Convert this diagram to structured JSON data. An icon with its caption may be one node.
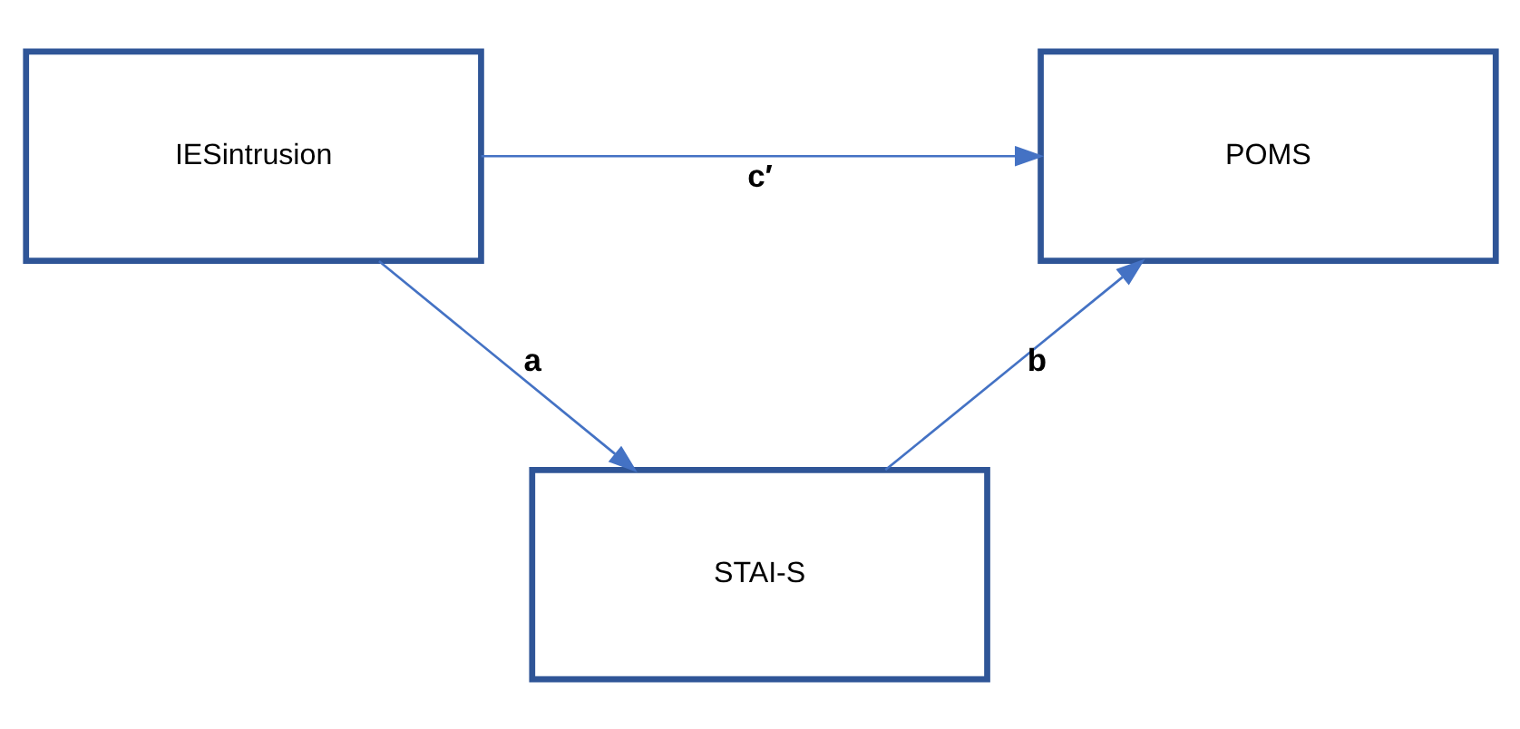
{
  "diagram": {
    "nodes": [
      {
        "text": [
          "STAI-S"
        ]
      },
      {
        "text": [
          "IESintrusion"
        ]
      },
      {
        "text": [
          "POMS"
        ]
      }
    ],
    "edges": [
      {
        "from": 1,
        "to": 0,
        "arrow": "to",
        "label": "a"
      },
      {
        "from": 0,
        "to": 2,
        "arrow": "to",
        "label": "b"
      },
      {
        "from": 1,
        "to": 2,
        "arrow": "to",
        "label": "c′"
      }
    ]
  }
}
